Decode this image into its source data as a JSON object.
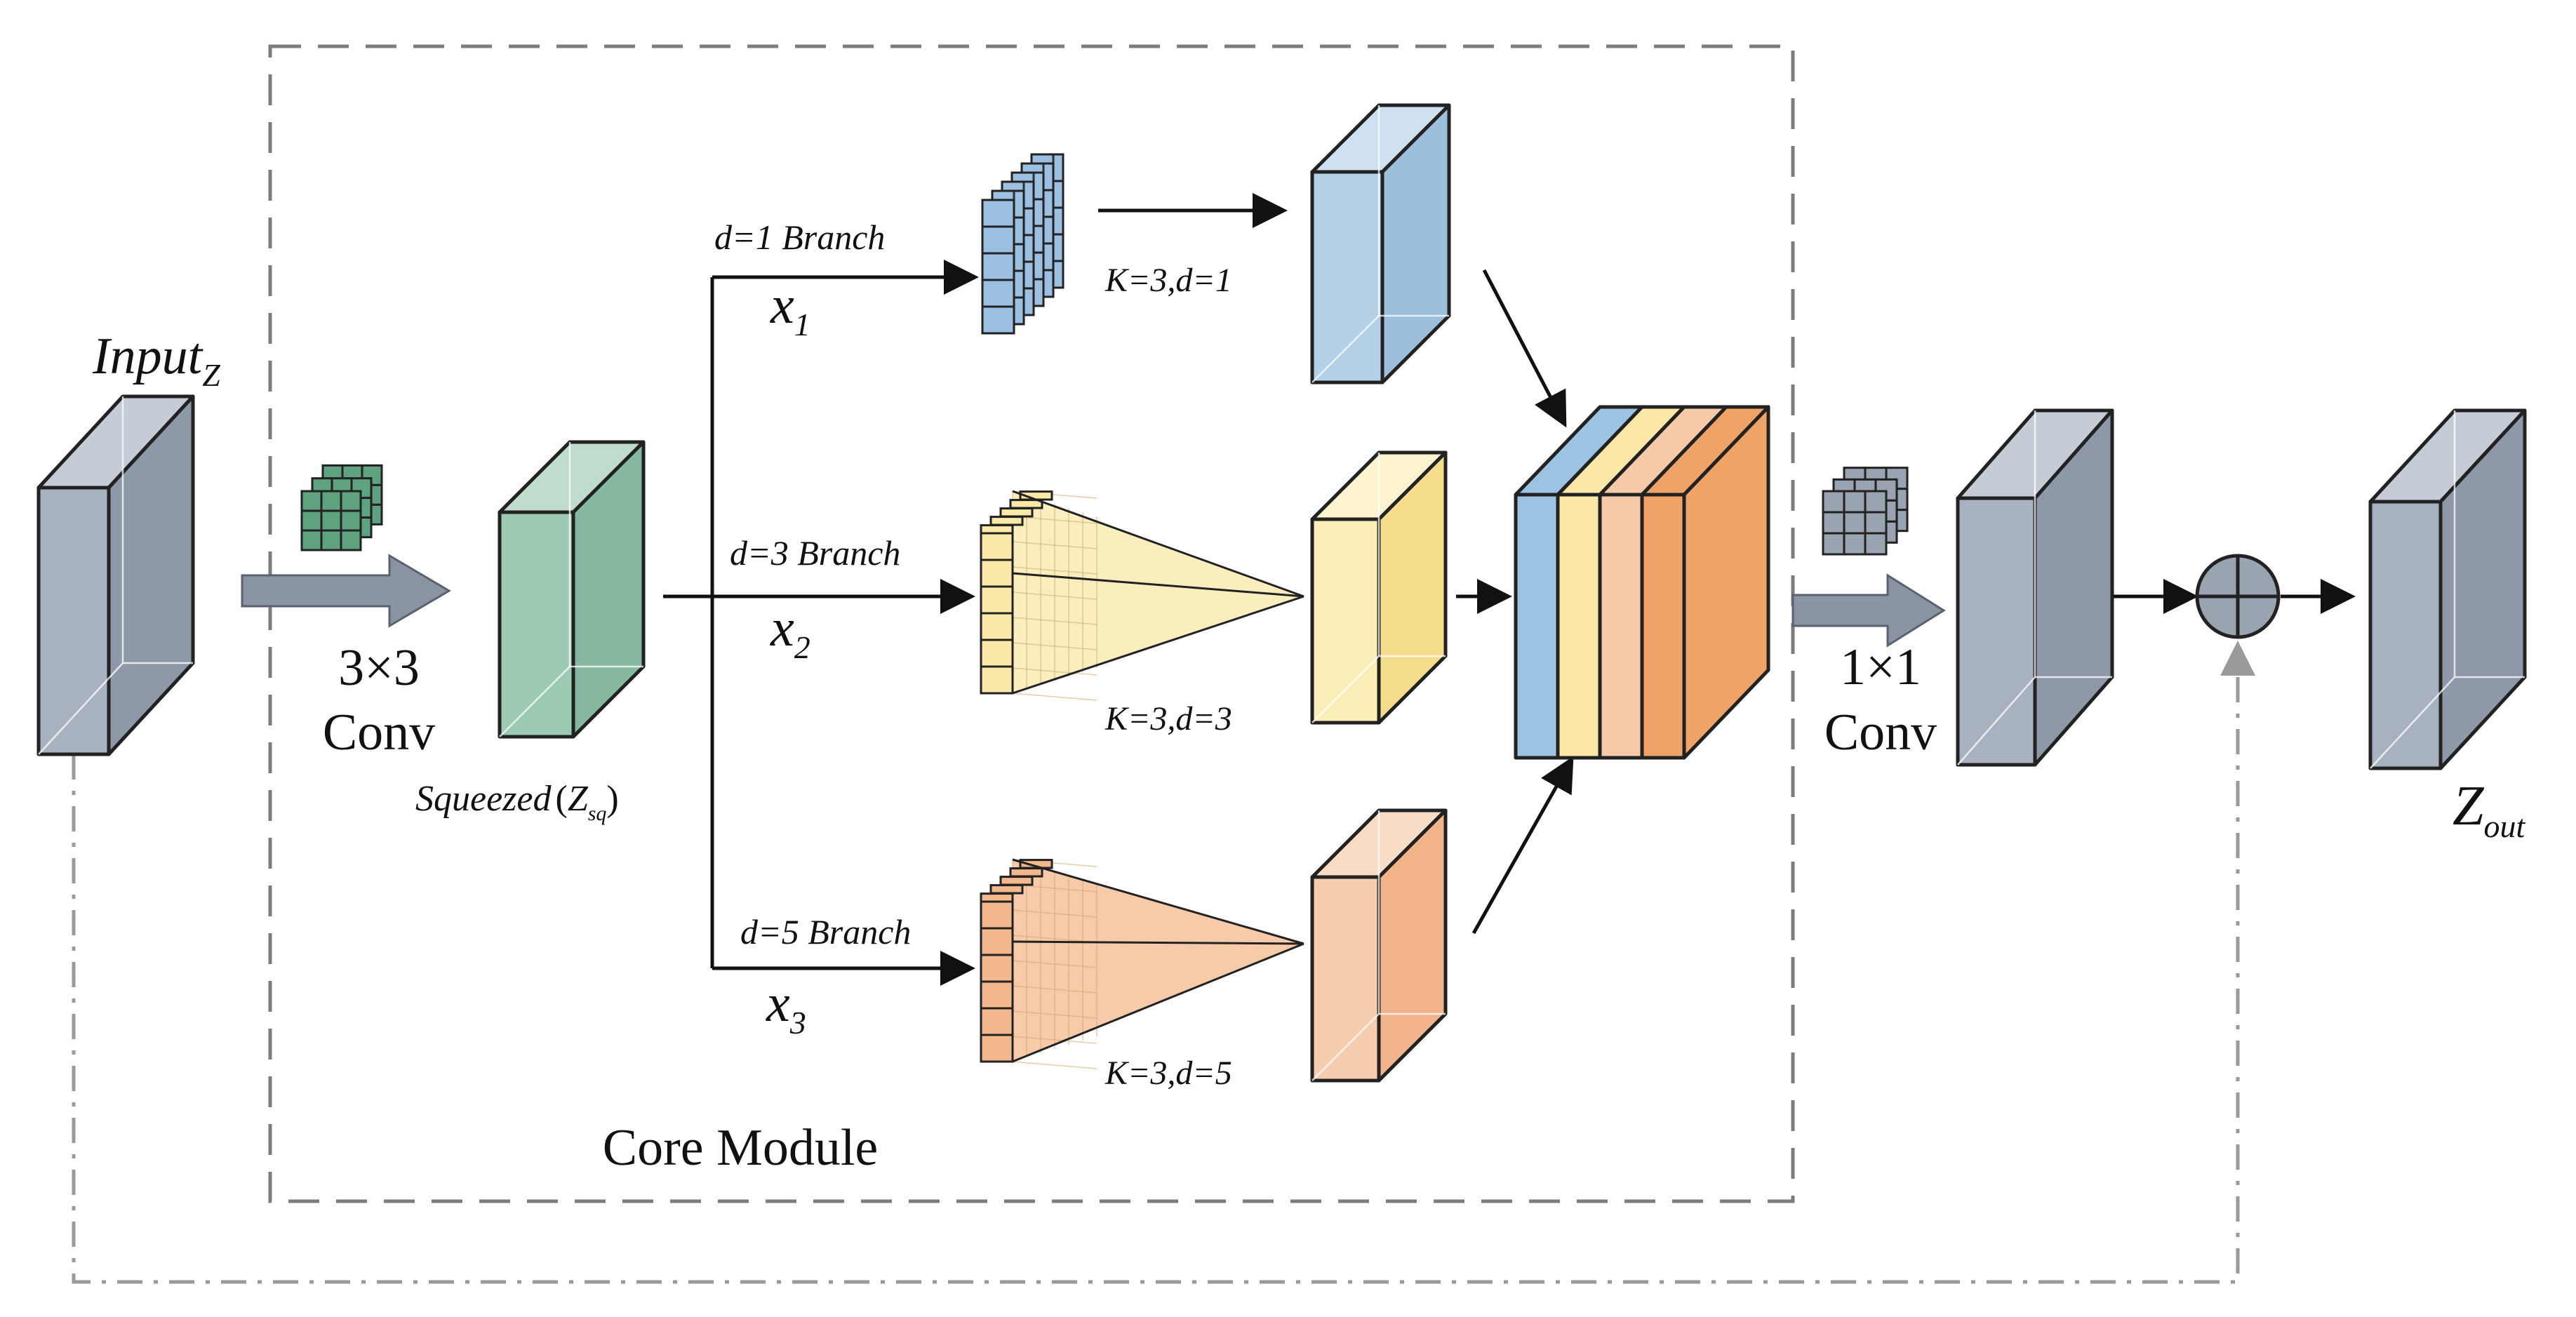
{
  "labels": {
    "input_main": "Input",
    "input_sub": "Z",
    "conv3_top": "3×3",
    "conv3_bottom": "Conv",
    "squeezed_main": "Squeezed",
    "squeezed_sub": "Z",
    "squeezed_subsub": "sq",
    "branch1": "d=1 Branch",
    "branch2": "d=3 Branch",
    "branch3": "d=5 Branch",
    "x1_main": "x",
    "x1_sub": "1",
    "x2_main": "x",
    "x2_sub": "2",
    "x3_main": "x",
    "x3_sub": "3",
    "k1": "K=3,d=1",
    "k2": "K=3,d=3",
    "k3": "K=3,d=5",
    "core_module": "Core Module",
    "conv1_top": "1×1",
    "conv1_bottom": "Conv",
    "zout_main": "Z",
    "zout_sub": "out"
  },
  "colors": {
    "gray_front": "#a8b1bf",
    "gray_side": "#8e98a8",
    "gray_top": "#c6ccd6",
    "green_front": "#9ccab3",
    "green_side": "#86b89f",
    "green_top": "#c0dccd",
    "blue_front": "#b4d0e6",
    "blue_side": "#9cbfdc",
    "blue_top": "#cfe1f0",
    "yellow_front": "#fbeeb8",
    "yellow_side": "#f6dd8c",
    "yellow_top": "#fdf3cf",
    "orange_front": "#f7cdb0",
    "orange_side": "#f2b38a",
    "orange_top": "#f9dcc6",
    "concat_blue": "#9dc3e2",
    "concat_yellow": "#fbe8a6",
    "concat_peach": "#f6c9a8",
    "concat_orange": "#f0a366",
    "kernel_green": "#5fa27f",
    "kernel_blue": "#9cc0e2",
    "kernel_yellow": "#fae8a8",
    "kernel_orange": "#f4b88e",
    "kernel_gray": "#9aa3b0",
    "arrow_gray": "#8a94a2",
    "dash_gray": "#7c7c7c",
    "residual_gray": "#9a9a9a"
  }
}
